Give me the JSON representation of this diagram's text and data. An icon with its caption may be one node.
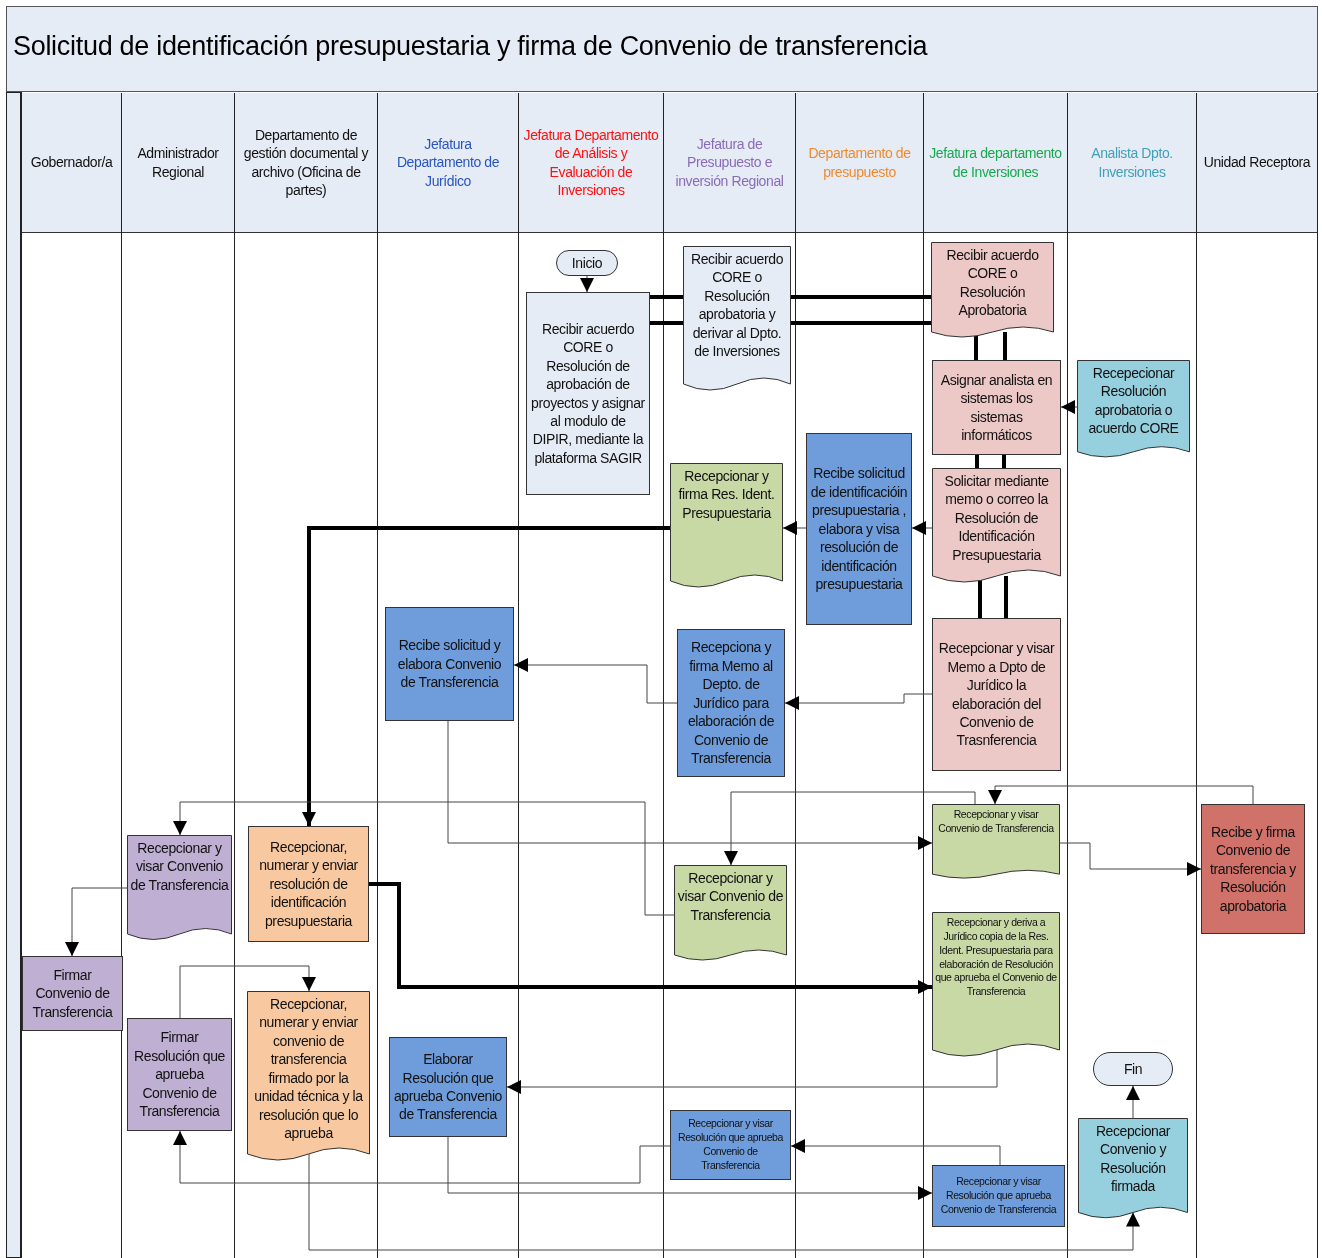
{
  "diagram": {
    "title": "Solicitud de identificación presupuestaria y firma de Convenio de transferencia",
    "nodes": [
      {
        "text": [
          "Gobernador/a"
        ]
      },
      {
        "text": [
          "Administrador Regional"
        ]
      },
      {
        "text": [
          "Departamento de gestión documental y archivo (Oficina de partes)"
        ]
      },
      {
        "text": [
          "Jefatura Departamento de Jurídico"
        ]
      },
      {
        "text": [
          "Jefatura Departamento de Análisis y Evaluación de Inversiones"
        ]
      },
      {
        "text": [
          "Jefatura de Presupuesto e inversión Regional"
        ]
      },
      {
        "text": [
          "Departamento de presupuesto"
        ]
      },
      {
        "text": [
          "Jefatura departamento de Inversiones"
        ]
      },
      {
        "text": [
          "Analista Dpto. Inversiones"
        ]
      },
      {
        "text": [
          "Unidad Receptora"
        ]
      },
      {
        "text": [
          "Inicio"
        ],
        "in": 4
      },
      {
        "text": [
          "Recibir acuerdo CORE o Resolución de aprobación de proyectos y asignar al modulo de DIPIR, mediante la plataforma SAGIR"
        ],
        "in": 4
      },
      {
        "text": [
          "Recibir acuerdo CORE o Resolución aprobatoria y derivar al Dpto. de Inversiones"
        ],
        "in": 5
      },
      {
        "text": [
          "Recibir acuerdo CORE o Resolución Aprobatoria"
        ],
        "in": 7
      },
      {
        "text": [
          "Asignar analista en sistemas los sistemas informáticos"
        ],
        "in": 7
      },
      {
        "text": [
          "Recepecionar Resolución aprobatoria o acuerdo CORE"
        ],
        "in": 8
      },
      {
        "text": [
          "Solicitar mediante memo o correo la Resolución de Identificación Presupuestaria"
        ],
        "in": 7
      },
      {
        "text": [
          "Recibe solicitud de identificacióin presupuestaria , elabora y visa resolución de identificación presupuestaria"
        ],
        "in": 6
      },
      {
        "text": [
          "Recepcionar y firma Res. Ident. Presupuestaria"
        ],
        "in": 5
      },
      {
        "text": [
          "Recepcionar y visar Memo a Dpto de Jurídico la elaboración del Convenio de Trasnferencia"
        ],
        "in": 7
      },
      {
        "text": [
          "Recepciona y firma Memo al Depto. de Jurídico para elaboración de Convenio de Transferencia"
        ],
        "in": 5
      },
      {
        "text": [
          "Recibe solicitud y elabora Convenio de Transferencia"
        ],
        "in": 3
      },
      {
        "text": [
          "Recepcionar y visar Convenio de Transferencia"
        ],
        "in": 1
      },
      {
        "text": [
          "Recepcionar, numerar y enviar resolución de identificación presupuestaria"
        ],
        "in": 2
      },
      {
        "text": [
          "Recepcionar y visar Convenio de Transferencia"
        ],
        "in": 5
      },
      {
        "text": [
          "Recepcionar y visar Convenio de Transferencia"
        ],
        "in": 7
      },
      {
        "text": [
          "Recibe y firma Convenio de transferencia y Resolución aprobatoria"
        ],
        "in": 9
      },
      {
        "text": [
          "Firmar Convenio de Transferencia"
        ],
        "in": 0
      },
      {
        "text": [
          "Recepcionar y deriva a Jurídico copia de la Res. Ident. Presupuestaria para elaboración de Resolución que aprueba el Convenio de Transferencia"
        ],
        "in": 7
      },
      {
        "text": [
          "Firmar Resolución que aprueba Convenio de Transferencia"
        ],
        "in": 1
      },
      {
        "text": [
          "Recepcionar, numerar y enviar convenio de transferencia firmado por la unidad técnica y la resolución que lo aprueba"
        ],
        "in": 2
      },
      {
        "text": [
          "Elaborar Resolución que aprueba Convenio de Transferencia"
        ],
        "in": 3
      },
      {
        "text": [
          "Fin"
        ],
        "in": 8
      },
      {
        "text": [
          "Recepcionar y visar Resolución que aprueba Convenio de Transferencia"
        ],
        "in": 5
      },
      {
        "text": [
          "Recepcionar Convenio y Resolución firmada"
        ],
        "in": 8
      },
      {
        "text": [
          "Recepcionar y visar Resolución que aprueba Convenio de Transferencia"
        ],
        "in": 7
      }
    ],
    "edges": [
      {
        "from": 10,
        "to": 11,
        "arrow": "to"
      },
      {
        "from": 11,
        "to": 12,
        "arrow": "none",
        "style": "thick"
      },
      {
        "from": 12,
        "to": 13,
        "arrow": "none",
        "style": "thick"
      },
      {
        "from": 13,
        "to": 14,
        "arrow": "none",
        "style": "thick"
      },
      {
        "from": 14,
        "to": 16,
        "arrow": "none",
        "style": "thick"
      },
      {
        "from": 15,
        "to": 14,
        "arrow": "to"
      },
      {
        "from": 16,
        "to": 17,
        "arrow": "to"
      },
      {
        "from": 17,
        "to": 18,
        "arrow": "to"
      },
      {
        "from": 16,
        "to": 19,
        "arrow": "none",
        "style": "thick"
      },
      {
        "from": 18,
        "to": 23,
        "arrow": "to",
        "style": "thick"
      },
      {
        "from": 19,
        "to": 20,
        "arrow": "to"
      },
      {
        "from": 20,
        "to": 21,
        "arrow": "to"
      },
      {
        "from": 21,
        "to": 25,
        "arrow": "to"
      },
      {
        "from": 26,
        "to": 25,
        "arrow": "to"
      },
      {
        "from": 25,
        "to": 24,
        "arrow": "to"
      },
      {
        "from": 24,
        "to": 22,
        "arrow": "to"
      },
      {
        "from": 22,
        "to": 27,
        "arrow": "to"
      },
      {
        "from": 23,
        "to": 28,
        "arrow": "to",
        "style": "thick"
      },
      {
        "from": 25,
        "to": 26,
        "arrow": "to"
      },
      {
        "from": 28,
        "to": 31,
        "arrow": "to"
      },
      {
        "from": 29,
        "to": 30,
        "arrow": "to"
      },
      {
        "from": 31,
        "to": 35,
        "arrow": "to"
      },
      {
        "from": 35,
        "to": 33,
        "arrow": "to"
      },
      {
        "from": 33,
        "to": 29,
        "arrow": "to"
      },
      {
        "from": 30,
        "to": 34,
        "arrow": "to"
      },
      {
        "from": 34,
        "to": 32,
        "arrow": "to"
      }
    ]
  }
}
